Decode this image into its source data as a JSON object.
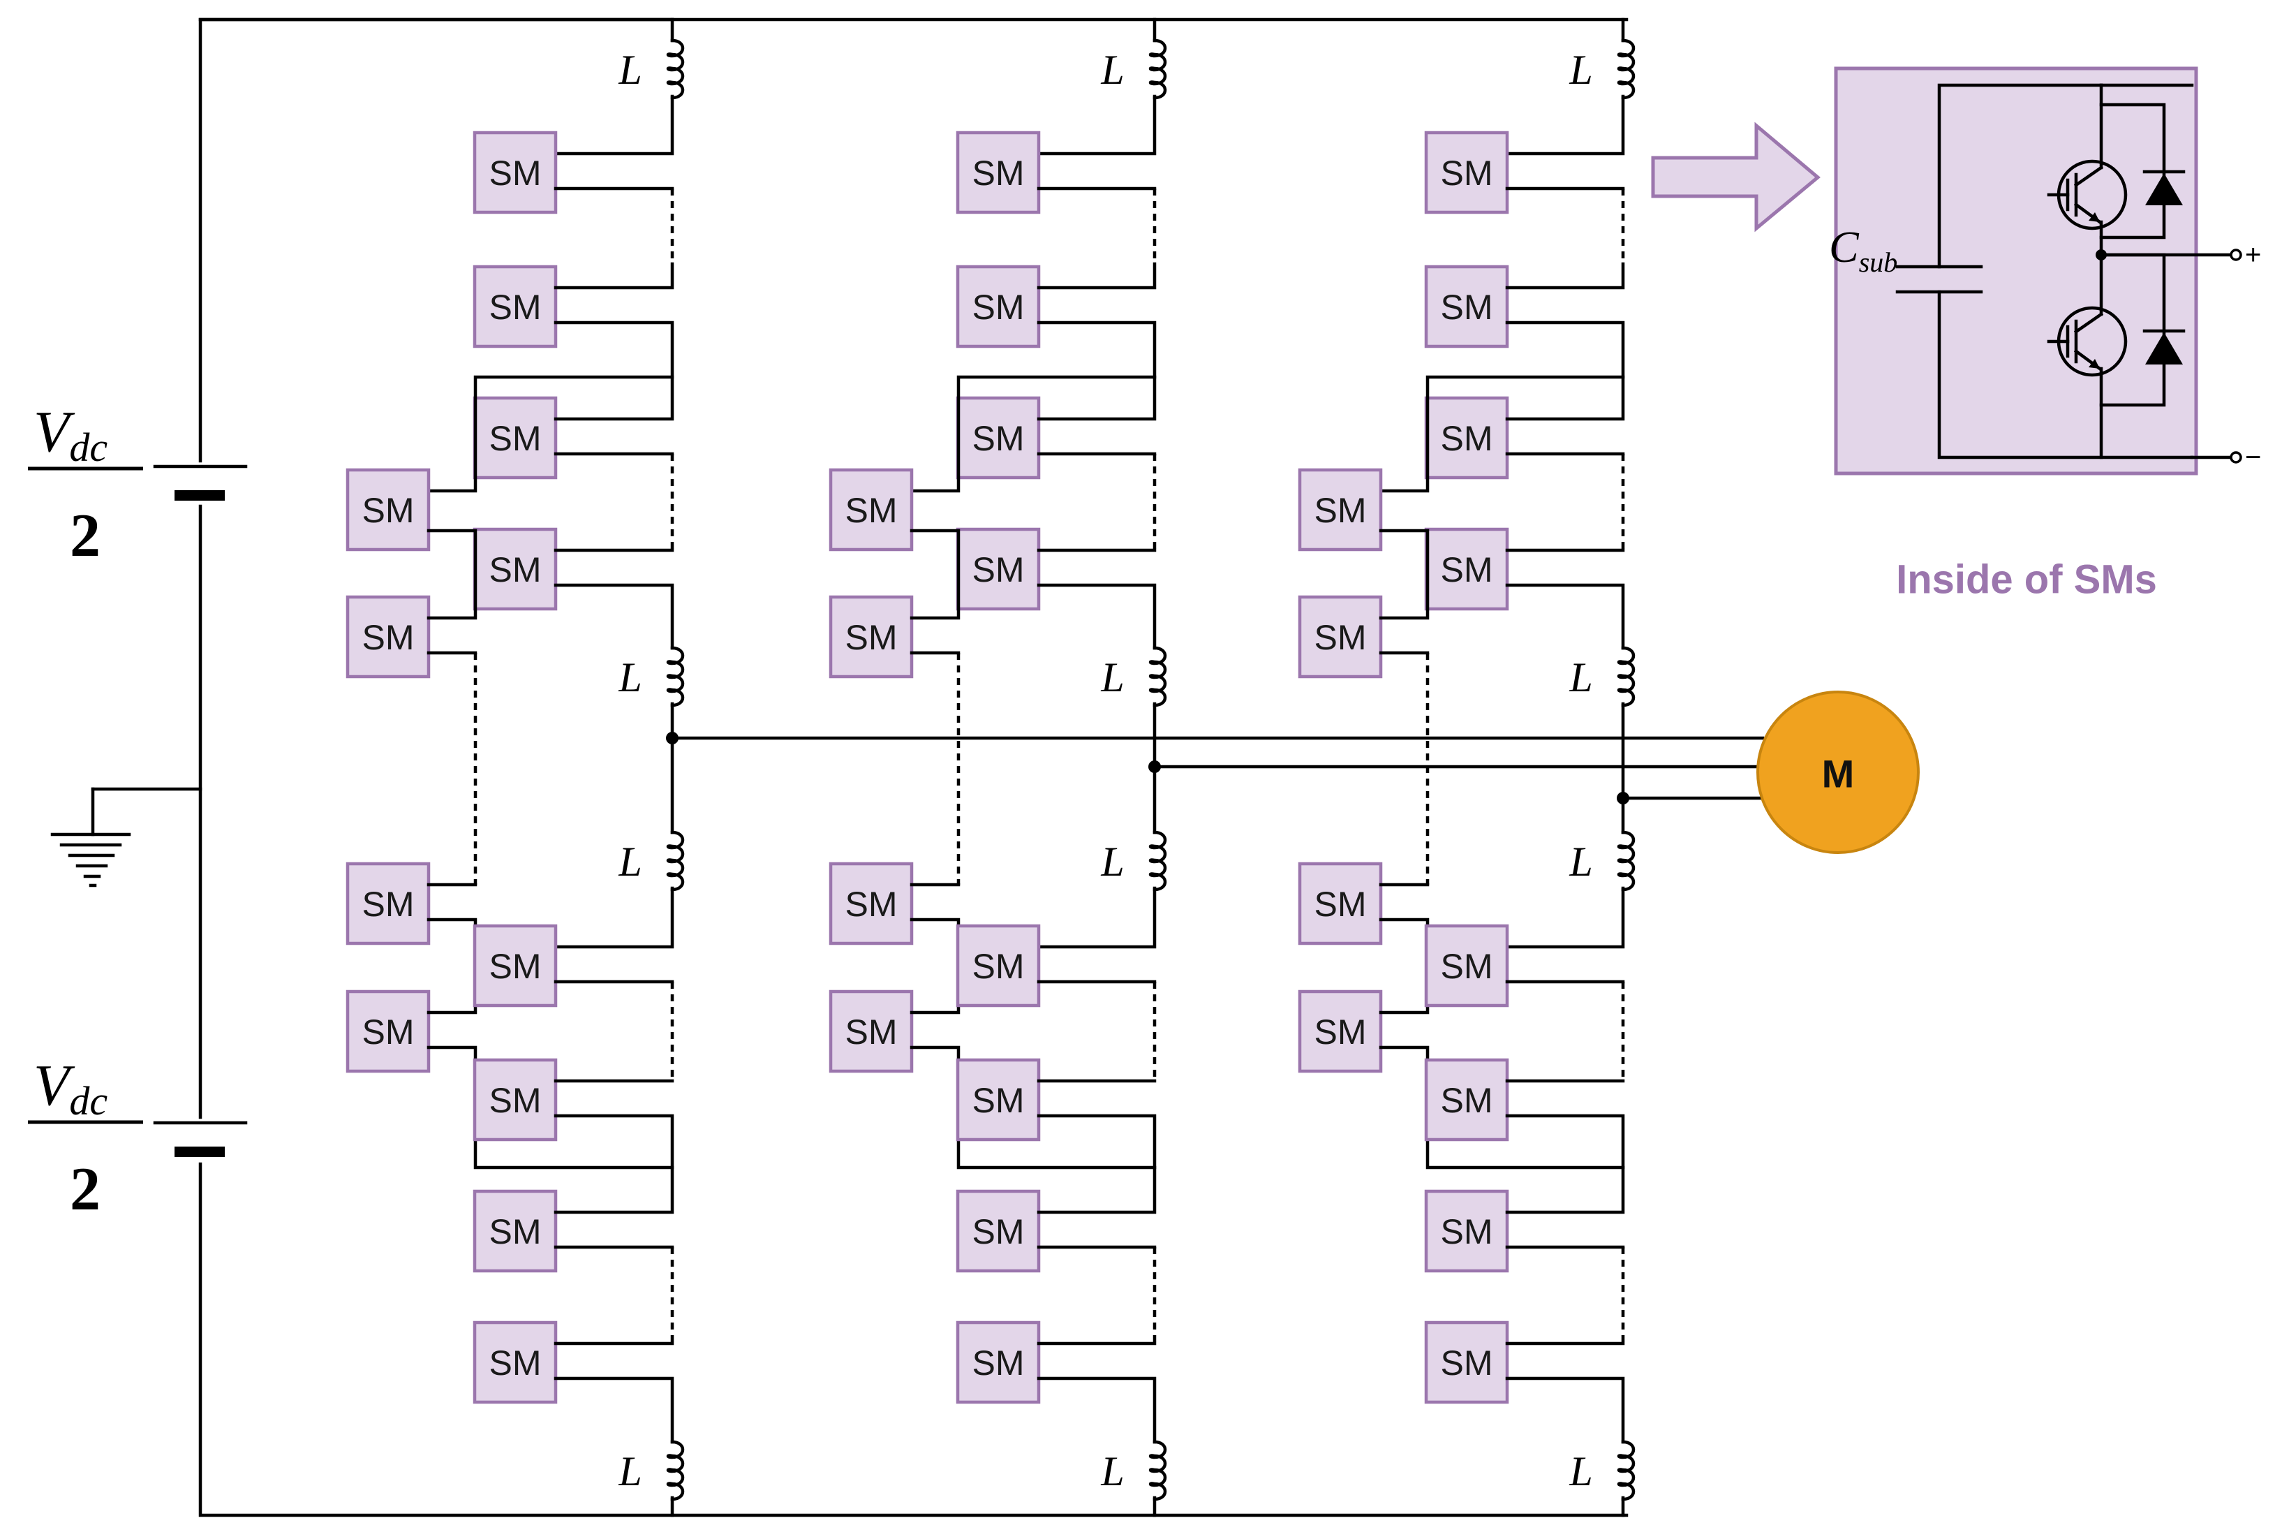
{
  "sm_label": "SM",
  "inductor_label": "L",
  "dc_source": {
    "symbol": "V",
    "subscript": "dc",
    "denominator": "2"
  },
  "motor": {
    "label": "M",
    "color": "#f0a21f"
  },
  "inset": {
    "title": "Inside of SMs",
    "title_color": "#9b76ad",
    "capacitor_symbol": "C",
    "capacitor_subscript": "sub",
    "plus_terminal": "+",
    "minus_terminal": "−",
    "fill_color": "#e3d6e9"
  },
  "colors": {
    "sm_fill": "#e3d6e9",
    "sm_stroke": "#9b76ad",
    "wire": "#000000"
  }
}
